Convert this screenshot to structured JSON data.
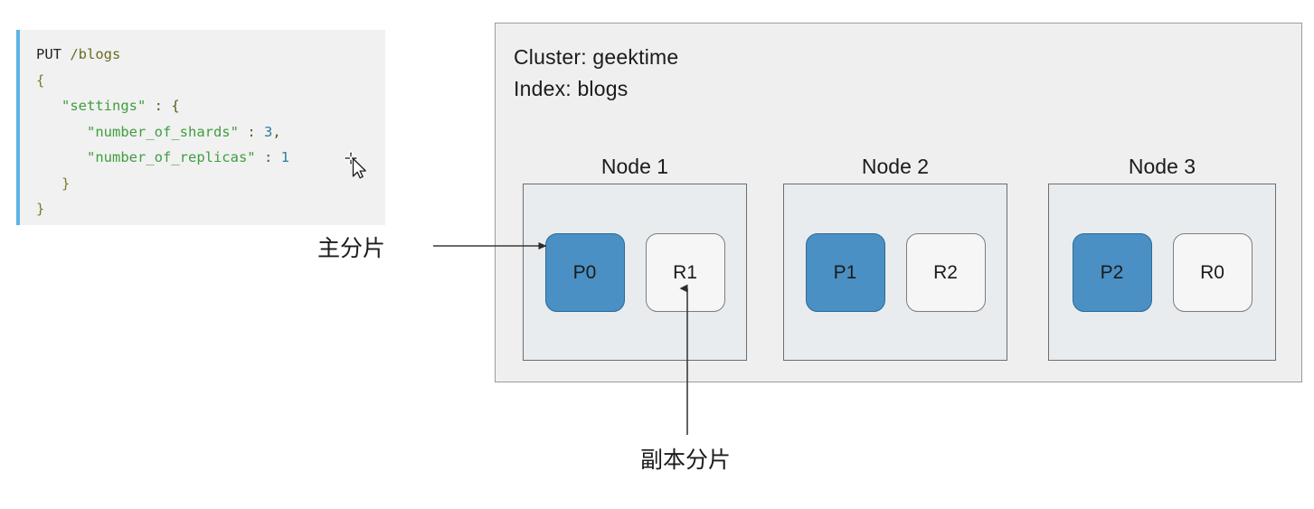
{
  "code_panel": {
    "accent_color": "#5cb3e4",
    "background": "#f1f1f1",
    "lines": {
      "l1_method": "PUT",
      "l1_path": "/blogs",
      "l2_open_brace": "{",
      "l3_key": "\"settings\"",
      "l3_punc": " : {",
      "l4_key": "\"number_of_shards\"",
      "l4_punc": " : ",
      "l4_value": "3",
      "l4_comma": ",",
      "l5_key": "\"number_of_replicas\"",
      "l5_punc": " : ",
      "l5_value": "1",
      "l6_close_brace": "}",
      "l7_close_brace": "}"
    },
    "cursor_icon": "move-cursor-icon"
  },
  "cluster": {
    "cluster_line": "Cluster: geektime",
    "index_line": "Index: blogs",
    "background": "#efefef",
    "border_color": "#9b9b9b",
    "nodes": [
      {
        "title": "Node 1",
        "shards": [
          {
            "label": "P0",
            "kind": "primary"
          },
          {
            "label": "R1",
            "kind": "replica"
          }
        ]
      },
      {
        "title": "Node 2",
        "shards": [
          {
            "label": "P1",
            "kind": "primary"
          },
          {
            "label": "R2",
            "kind": "replica"
          }
        ]
      },
      {
        "title": "Node 3",
        "shards": [
          {
            "label": "P2",
            "kind": "primary"
          },
          {
            "label": "R0",
            "kind": "replica"
          }
        ]
      }
    ],
    "primary_color": "#4a90c4",
    "replica_color": "#f6f6f6",
    "node_box_color": "#e8ecee"
  },
  "annotations": {
    "primary_label": "主分片",
    "replica_label": "副本分片",
    "arrow_color": "#3a3a3a"
  }
}
